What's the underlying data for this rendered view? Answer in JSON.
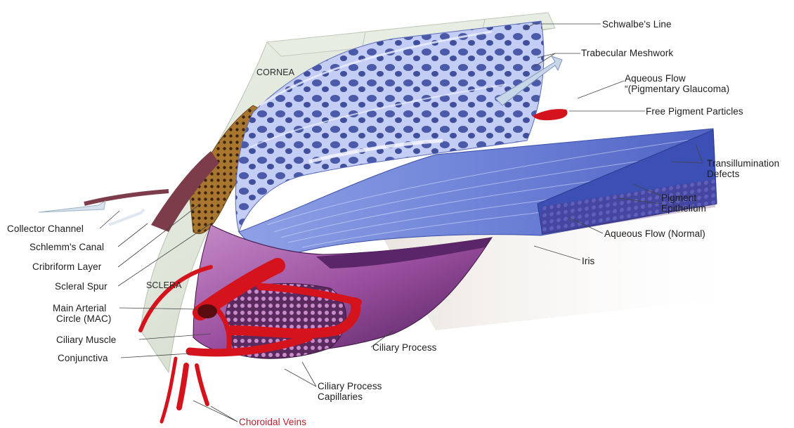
{
  "diagram": {
    "region_labels": {
      "cornea": "CORNEA",
      "sclera": "SCLERA"
    },
    "labels_right": {
      "schwalbes_line": "Schwalbe's Line",
      "trabecular_meshwork": "Trabecular Meshwork",
      "aqueous_flow_pigmentary_line1": "Aqueous Flow",
      "aqueous_flow_pigmentary_line2": "“(Pigmentary Glaucoma)",
      "free_pigment_particles": "Free Pigment Particles",
      "transillumination_defects_line1": "Transillumination",
      "transillumination_defects_line2": "Defects",
      "pigment_epithelium_line1": "Pigment",
      "pigment_epithelium_line2": "Epithelium",
      "aqueous_flow_normal": "Aqueous Flow (Normal)",
      "iris": "Iris"
    },
    "labels_left": {
      "collector_channel": "Collector Channel",
      "schlemms_canal": "Schlemm's Canal",
      "cribriform_layer": "Cribriform Layer",
      "scleral_spur": "Scleral Spur",
      "main_arterial_circle_line1": "Main Arterial",
      "main_arterial_circle_line2": "Circle (MAC)",
      "ciliary_muscle": "Ciliary Muscle",
      "conjunctiva": "Conjunctiva"
    },
    "labels_bottom": {
      "ciliary_process": "Ciliary Process",
      "ciliary_process_capillaries_line1": "Ciliary Process",
      "ciliary_process_capillaries_line2": "Capillaries",
      "choroidal_veins": "Choroidal Veins"
    },
    "colors": {
      "sclera": "#dfe6da",
      "iris_blue": "#6f84d8",
      "meshwork": "#a9b6ec",
      "ciliary_purple": "#7a3d86",
      "blood_red": "#d4131d",
      "pigment_brown": "#9a6a2c",
      "label_red": "#b51f2c"
    }
  }
}
